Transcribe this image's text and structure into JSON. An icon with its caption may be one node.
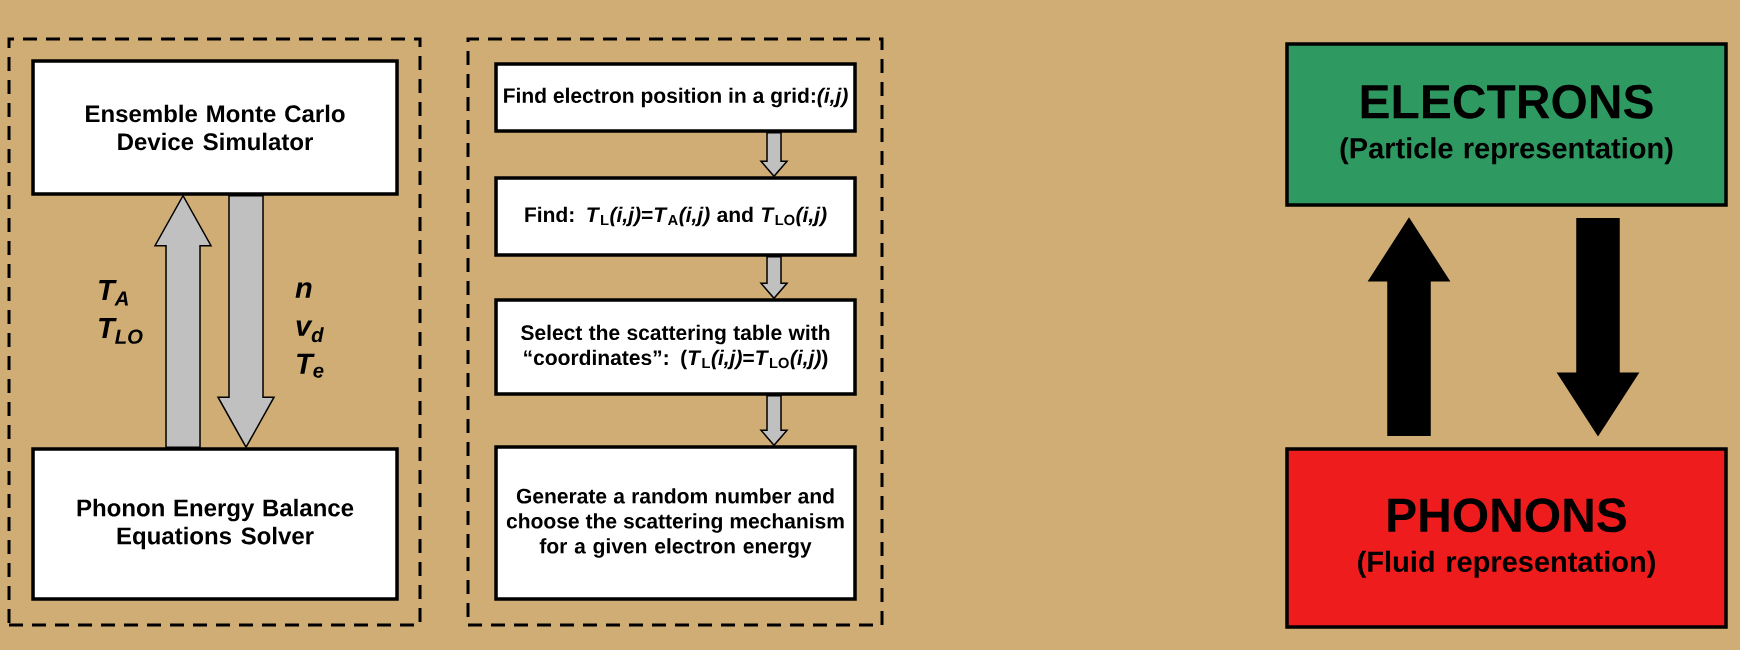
{
  "diagram": {
    "nodes": [
      {
        "text": [],
        "shape": "box"
      },
      {
        "text": [
          "Ensemble Monte Carlo Device Simulator"
        ],
        "in": 0
      },
      {
        "text": [
          "Phonon Energy Balance Equations Solver"
        ],
        "in": 0
      },
      {
        "text": [],
        "shape": "box"
      },
      {
        "text": [
          "Find electron position in a grid:*(i,j)*"
        ],
        "in": 3
      },
      {
        "text": [
          "Find: *T*$_{L}$*(i,j)*=*T*$_{A}$*(i,j)* and *T*$_{LO}$*(i,j)*"
        ],
        "in": 3
      },
      {
        "text": [
          "Select the scattering table with “coordinates”: (*T*$_{L}$*(i,j)*=*T*$_{LO}$*(i,j)*)"
        ],
        "in": 3
      },
      {
        "text": [
          "Generate a random number and choose the scattering mechanism for a given electron energy"
        ],
        "in": 3
      },
      {
        "text": [
          "ELECTRONS",
          "(Particle representation)"
        ]
      },
      {
        "text": [
          "PHONONS",
          "(Fluid representation)"
        ]
      }
    ],
    "edges": [
      {
        "from": 2,
        "to": 1,
        "arrow": "to",
        "label": "T$_{A}$ T$_{LO}$"
      },
      {
        "from": 1,
        "to": 2,
        "arrow": "to",
        "label": "n v$_{d}$ T$_{e}$"
      },
      {
        "from": 4,
        "to": 5,
        "arrow": "to"
      },
      {
        "from": 5,
        "to": 6,
        "arrow": "to"
      },
      {
        "from": 6,
        "to": 7,
        "arrow": "to"
      },
      {
        "from": 9,
        "to": 8,
        "arrow": "to",
        "color": "#000000"
      },
      {
        "from": 8,
        "to": 9,
        "arrow": "to",
        "color": "#000000"
      }
    ]
  }
}
